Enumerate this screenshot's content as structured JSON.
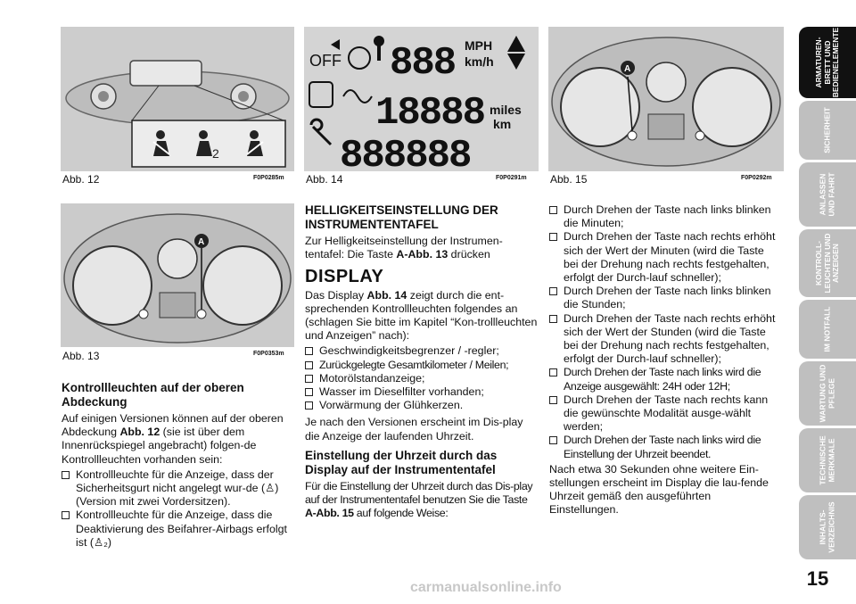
{
  "figures": {
    "abb12": {
      "caption": "Abb. 12",
      "code": "F0P0285m"
    },
    "abb14": {
      "caption": "Abb. 14",
      "code": "F0P0291m",
      "display": {
        "off": "OFF",
        "digits_top": "888",
        "mph": "MPH",
        "kmh": "km/h",
        "digits_mid": "18888",
        "digits_bottom": "888888",
        "miles": "miles",
        "km": "km"
      }
    },
    "abb15": {
      "caption": "Abb. 15",
      "code": "F0P0292m",
      "marker": "A"
    },
    "abb13": {
      "caption": "Abb. 13",
      "code": "F0P0353m",
      "marker": "A"
    }
  },
  "left_column": {
    "heading": "Kontrollleuchten auf der oberen Abdeckung",
    "intro_1": "Auf einigen Versionen können auf der oberen Abdeckung ",
    "intro_ref": "Abb. 12",
    "intro_2": " (sie ist über dem Innenrückspiegel angebracht) folgen-de Kontrollleuchten vorhanden sein:",
    "bullets": [
      "Kontrollleuchte für die Anzeige, dass der Sicherheitsgurt nicht angelegt wur-de (♙) (Version mit zwei Vordersitzen).",
      "Kontrollleuchte für die Anzeige, dass die Deaktivierung des Beifahrer-Airbags erfolgt ist (♙₂)"
    ]
  },
  "middle_column": {
    "heading_brightness": "HELLIGKEITSEINSTELLUNG DER INSTRUMENTENTAFEL",
    "brightness_text_1": "Zur Helligkeitseinstellung der Instrumen-tentafel: Die Taste ",
    "brightness_ref": "A-Abb. 13",
    "brightness_text_2": " drücken",
    "heading_display": "DISPLAY",
    "display_text_1": "Das Display ",
    "display_ref": "Abb. 14",
    "display_text_2": " zeigt durch die ent-sprechenden Kontrollleuchten folgendes an (schlagen Sie bitte im Kapitel “Kon-trollleuchten und Anzeigen” nach):",
    "display_bullets": [
      "Geschwindigkeitsbegrenzer / -regler;",
      "Zurückgelegte Gesamtkilometer / Meilen;",
      "Motorölstandanzeige;",
      "Wasser im Dieselfilter vorhanden;",
      "Vorwärmung der Glühkerzen."
    ],
    "version_text": "Je nach den Versionen erscheint im Dis-play die Anzeige der laufenden Uhrzeit.",
    "heading_clock": "Einstellung der Uhrzeit durch das Display auf der Instrumententafel",
    "clock_text_1": "Für die Einstellung der Uhrzeit durch das Dis-play auf der Instrumententafel benutzen Sie die Taste ",
    "clock_ref": "A-Abb. 15",
    "clock_text_2": " auf folgende Weise:"
  },
  "right_column": {
    "bullets": [
      "Durch Drehen der Taste nach links blinken die Minuten;",
      "Durch Drehen der Taste nach rechts erhöht sich der Wert der Minuten (wird die Taste bei der Drehung nach rechts festgehalten, erfolgt der Durch-lauf schneller);",
      "Durch Drehen der Taste nach links blinken die Stunden;",
      "Durch Drehen der Taste nach rechts erhöht sich der Wert der Stunden (wird die Taste bei der Drehung nach rechts festgehalten, erfolgt der Durch-lauf schneller);",
      "Durch Drehen der Taste nach links wird die Anzeige ausgewählt: 24H oder 12H;",
      "Durch Drehen der Taste nach rechts kann die gewünschte Modalität ausge-wählt werden;",
      "Durch Drehen der Taste nach links wird die Einstellung der Uhrzeit beendet."
    ],
    "closing": "Nach etwa 30 Sekunden ohne weitere Ein-stellungen erscheint im Display die lau-fende Uhrzeit gemäß den ausgeführten Einstellungen."
  },
  "side_tabs": [
    {
      "label": "ARMATUREN-\nBRETT UND\nBEDIENELEMENTE",
      "active": true
    },
    {
      "label": "SICHERHEIT",
      "active": false
    },
    {
      "label": "ANLASSEN\nUND FAHRT",
      "active": false
    },
    {
      "label": "KONTROLL-\nLEUCHTEN UND\nANZEIGEN",
      "active": false
    },
    {
      "label": "IM NOTFALL",
      "active": false
    },
    {
      "label": "WARTUNG UND\nPFLEGE",
      "active": false
    },
    {
      "label": "TECHNISCHE\nMERKMALE",
      "active": false
    },
    {
      "label": "INHALTS-\nVERZEICHNIS",
      "active": false
    }
  ],
  "page_number": "15",
  "watermark": "carmanualsonline.info"
}
